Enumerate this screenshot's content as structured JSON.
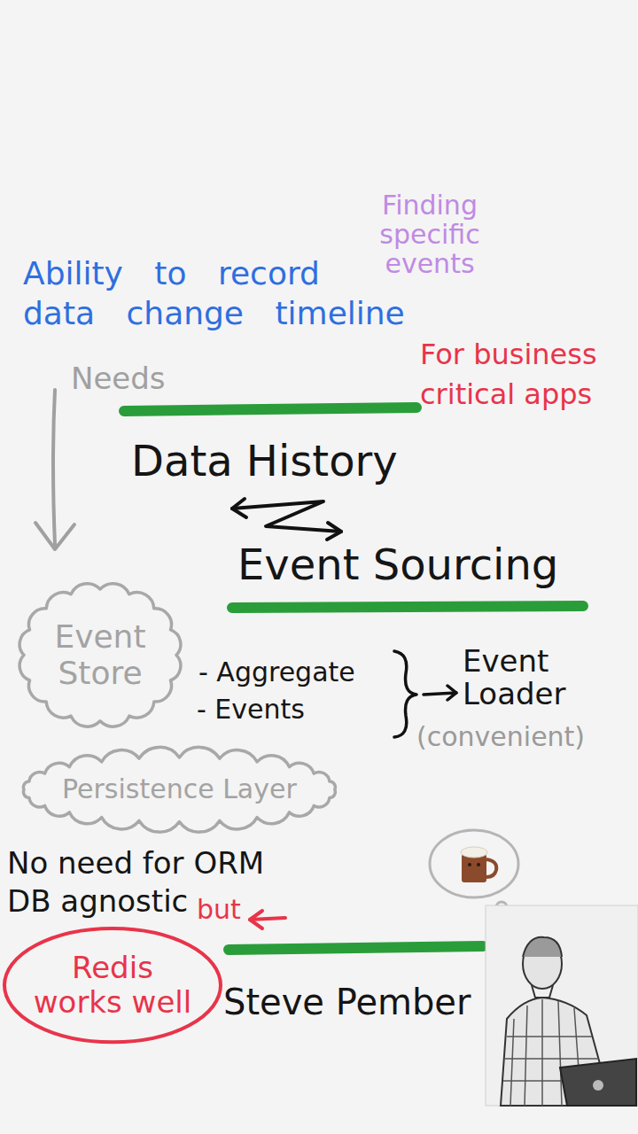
{
  "diagram": {
    "nodes": [
      {
        "text": [
          "Event Store"
        ]
      },
      {
        "text": [
          "Persistence Layer"
        ]
      },
      {
        "text": [
          "Redis works well"
        ]
      }
    ],
    "labels": [
      "Finding specific events",
      "Ability to record data change timeline",
      "For business critical apps",
      "Needs",
      "Data History",
      "Event Sourcing",
      "- Aggregate",
      "- Events",
      "Event Loader",
      "(convenient)",
      "No need for ORM",
      "DB agnostic",
      "but",
      "Steve Pember"
    ]
  }
}
